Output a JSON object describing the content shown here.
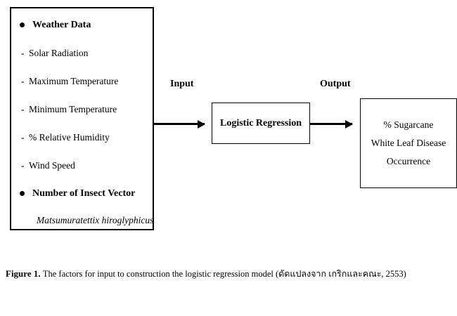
{
  "diagram": {
    "left_box": {
      "items": [
        {
          "type": "bullet",
          "text": "Weather Data",
          "style": "bold"
        },
        {
          "type": "dash",
          "text": "Solar Radiation",
          "style": "plain"
        },
        {
          "type": "dash",
          "text": "Maximum Temperature",
          "style": "plain"
        },
        {
          "type": "dash",
          "text": "Minimum Temperature",
          "style": "plain"
        },
        {
          "type": "dash",
          "text": "% Relative Humidity",
          "style": "plain"
        },
        {
          "type": "dash",
          "text": "Wind Speed",
          "style": "plain"
        },
        {
          "type": "bullet",
          "text": "Number of Insect Vector",
          "style": "bold"
        },
        {
          "type": "none",
          "text": "Matsumuratettix hiroglyphicus",
          "style": "italic"
        }
      ]
    },
    "center_box": {
      "label": "Logistic Regression"
    },
    "right_box": {
      "lines": [
        "% Sugarcane",
        "White Leaf Disease",
        "Occurrence"
      ]
    },
    "arrows": {
      "input_label": "Input",
      "output_label": "Output"
    }
  },
  "caption": {
    "figure_number": "Figure 1.",
    "text": "The factors for input to construction the logistic regression model (ดัดแปลงจาก เกริกและคณะ, 2553)"
  }
}
